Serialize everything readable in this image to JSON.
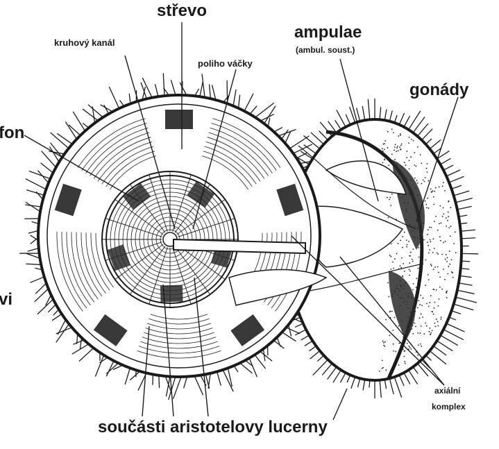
{
  "labels": {
    "strevo": "střevo",
    "kruhovy_kanal": "kruhový kanál",
    "poliho_vacky": "poliho váčky",
    "ampulae": "ampulae",
    "ambul_soust": "(ambul. soust.)",
    "gonady": "gonády",
    "sifon_partial": "fon",
    "vi_partial": "vi",
    "axialni": "axiální",
    "komplex": "komplex",
    "soucasti": "součásti aristotelovy lucerny"
  },
  "colors": {
    "ink": "#1a1a1a",
    "background": "#ffffff"
  }
}
